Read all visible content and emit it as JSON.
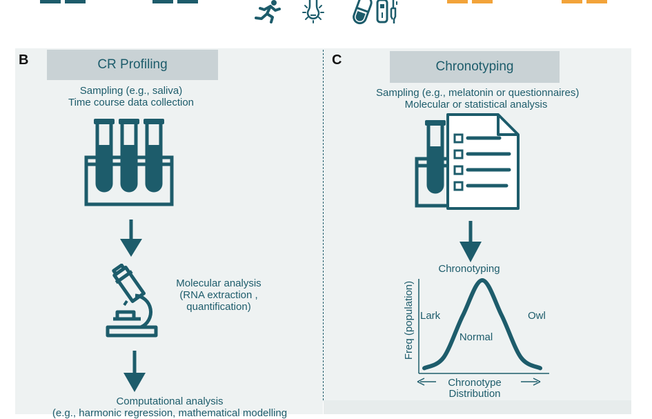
{
  "colors": {
    "teal": "#1d5c6b",
    "orange": "#f2a33a",
    "panel_bg": "#eef2f2",
    "title_box_bg": "#c9d2d5"
  },
  "top_icons": [
    "running-person-icon",
    "light-bulb-icon",
    "pill-capsule-icon",
    "insulin-pen-icon"
  ],
  "panel_b": {
    "letter": "B",
    "title": "CR Profiling",
    "sampling_lines": [
      "Sampling (e.g., saliva)",
      "Time course data collection"
    ],
    "molecular_lines": [
      "Molecular analysis",
      "(RNA extraction ,",
      "quantification)"
    ],
    "computational_lines": [
      "Computational analysis",
      "(e.g., harmonic regression, mathematical modelling"
    ],
    "icons": [
      "test-tube-rack-icon",
      "down-arrow-icon",
      "microscope-icon",
      "down-arrow-icon"
    ]
  },
  "panel_c": {
    "letter": "C",
    "title": "Chronotyping",
    "sampling_lines": [
      "Sampling (e.g., melatonin or questionnaires)",
      "Molecular or statistical analysis"
    ],
    "icons": [
      "test-tube-rack-icon",
      "questionnaire-document-icon",
      "down-arrow-icon"
    ]
  },
  "chart_data": {
    "type": "line",
    "title": "Chronotyping",
    "xlabel": "Chronotype Distribution",
    "xlabel_lines": [
      "Chronotype",
      "Distribution"
    ],
    "ylabel": "Freq (population)",
    "annotations": [
      "Lark",
      "Normal",
      "Owl"
    ],
    "grid": false,
    "legend": "none",
    "series": [
      {
        "shape": "bell curve",
        "x": [
          0,
          1,
          2,
          3,
          4,
          5,
          6
        ],
        "y": [
          0.02,
          0.14,
          0.61,
          1.0,
          0.61,
          0.14,
          0.02
        ]
      }
    ]
  }
}
